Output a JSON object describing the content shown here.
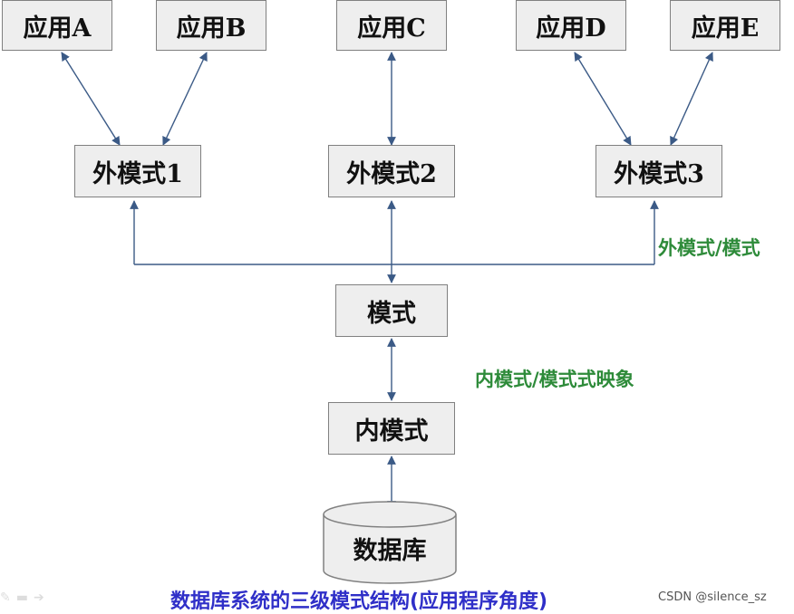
{
  "applications": [
    "应用A",
    "应用B",
    "应用C",
    "应用D",
    "应用E"
  ],
  "external_schemas": [
    "外模式1",
    "外模式2",
    "外模式3"
  ],
  "conceptual_schema": "模式",
  "internal_schema": "内模式",
  "database": "数据库",
  "mappings": {
    "external_conceptual": "外模式/模式",
    "conceptual_internal": "内模式/模式式映象"
  },
  "caption": "数据库系统的三级模式结构(应用程序角度)",
  "watermark": "CSDN @silence_sz",
  "colors": {
    "box_fill": "#eeeeee",
    "box_border": "#808080",
    "connector": "#3b5a86",
    "mapping_text": "#2e8b3a",
    "caption_text": "#2f2fc8"
  },
  "icons": [
    "pen-icon",
    "menu-icon",
    "arrow-right-icon"
  ]
}
